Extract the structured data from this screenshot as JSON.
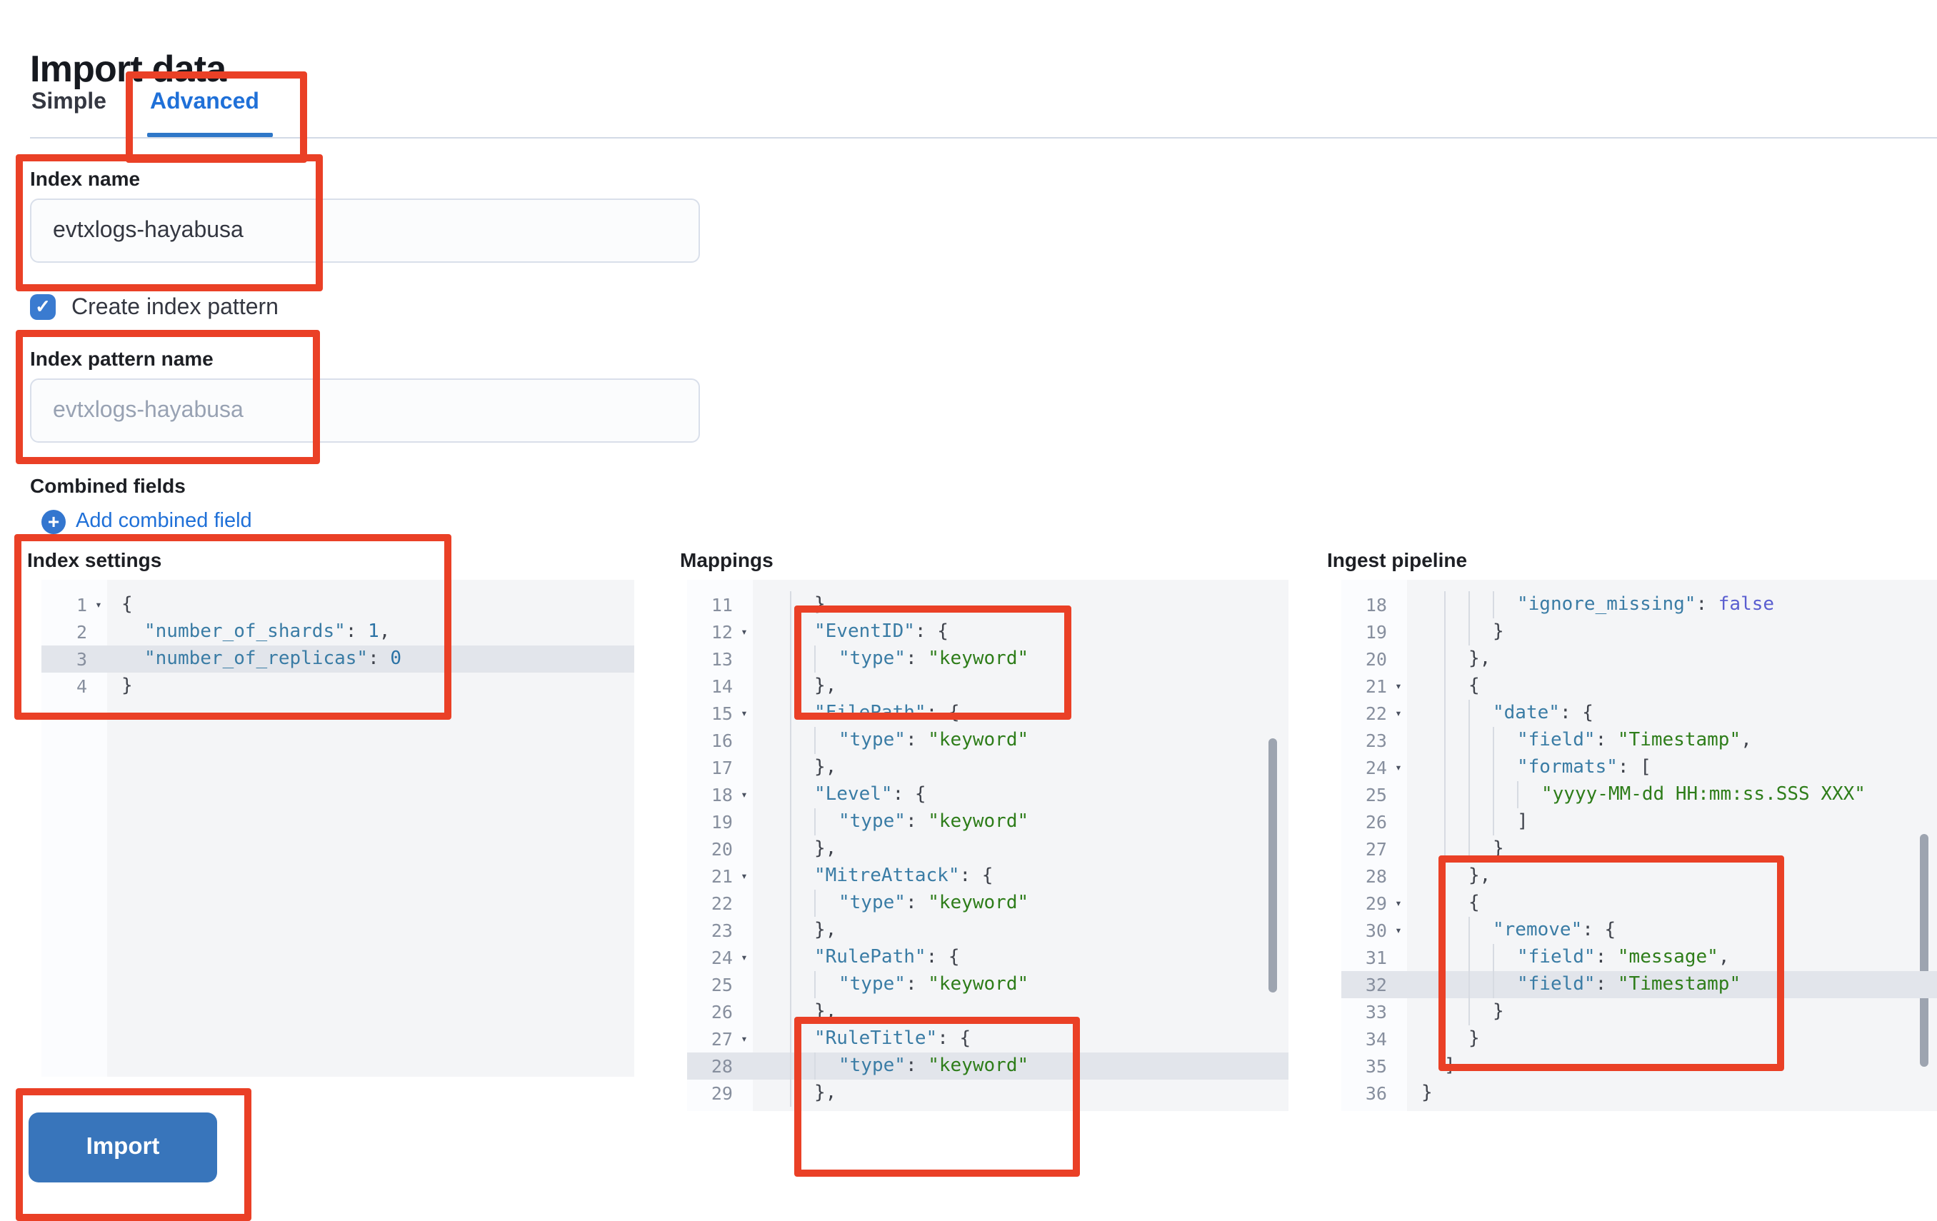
{
  "page": {
    "title": "Import data"
  },
  "tabs": [
    {
      "label": "Simple",
      "active": false
    },
    {
      "label": "Advanced",
      "active": true
    }
  ],
  "form": {
    "index_name": {
      "label": "Index name",
      "value": "evtxlogs-hayabusa"
    },
    "create_index_pattern": {
      "label": "Create index pattern",
      "checked": true
    },
    "index_pattern_name": {
      "label": "Index pattern name",
      "value": "",
      "placeholder": "evtxlogs-hayabusa"
    },
    "combined_fields_label": "Combined fields",
    "add_combined_field_label": "Add combined field"
  },
  "editors": [
    {
      "label": "Index settings",
      "lines": [
        {
          "n": 1,
          "d": 0,
          "fold": true,
          "t": [
            [
              "pun",
              "{"
            ]
          ]
        },
        {
          "n": 2,
          "d": 1,
          "t": [
            [
              "key",
              "\"number_of_shards\""
            ],
            [
              "pun",
              ": "
            ],
            [
              "num",
              "1"
            ],
            [
              "pun",
              ","
            ]
          ]
        },
        {
          "n": 3,
          "d": 1,
          "hl": true,
          "t": [
            [
              "key",
              "\"number_of_replicas\""
            ],
            [
              "pun",
              ": "
            ],
            [
              "num",
              "0"
            ]
          ]
        },
        {
          "n": 4,
          "d": 0,
          "t": [
            [
              "pun",
              "}"
            ]
          ]
        }
      ]
    },
    {
      "label": "Mappings",
      "lines": [
        {
          "n": 11,
          "d": 2,
          "t": [
            [
              "pun",
              "},"
            ]
          ]
        },
        {
          "n": 12,
          "d": 2,
          "fold": true,
          "t": [
            [
              "key",
              "\"EventID\""
            ],
            [
              "pun",
              ": {"
            ]
          ]
        },
        {
          "n": 13,
          "d": 3,
          "t": [
            [
              "key",
              "\"type\""
            ],
            [
              "pun",
              ": "
            ],
            [
              "str",
              "\"keyword\""
            ]
          ]
        },
        {
          "n": 14,
          "d": 2,
          "t": [
            [
              "pun",
              "},"
            ]
          ]
        },
        {
          "n": 15,
          "d": 2,
          "fold": true,
          "t": [
            [
              "key",
              "\"FilePath\""
            ],
            [
              "pun",
              ": {"
            ]
          ]
        },
        {
          "n": 16,
          "d": 3,
          "t": [
            [
              "key",
              "\"type\""
            ],
            [
              "pun",
              ": "
            ],
            [
              "str",
              "\"keyword\""
            ]
          ]
        },
        {
          "n": 17,
          "d": 2,
          "t": [
            [
              "pun",
              "},"
            ]
          ]
        },
        {
          "n": 18,
          "d": 2,
          "fold": true,
          "t": [
            [
              "key",
              "\"Level\""
            ],
            [
              "pun",
              ": {"
            ]
          ]
        },
        {
          "n": 19,
          "d": 3,
          "t": [
            [
              "key",
              "\"type\""
            ],
            [
              "pun",
              ": "
            ],
            [
              "str",
              "\"keyword\""
            ]
          ]
        },
        {
          "n": 20,
          "d": 2,
          "t": [
            [
              "pun",
              "},"
            ]
          ]
        },
        {
          "n": 21,
          "d": 2,
          "fold": true,
          "t": [
            [
              "key",
              "\"MitreAttack\""
            ],
            [
              "pun",
              ": {"
            ]
          ]
        },
        {
          "n": 22,
          "d": 3,
          "t": [
            [
              "key",
              "\"type\""
            ],
            [
              "pun",
              ": "
            ],
            [
              "str",
              "\"keyword\""
            ]
          ]
        },
        {
          "n": 23,
          "d": 2,
          "t": [
            [
              "pun",
              "},"
            ]
          ]
        },
        {
          "n": 24,
          "d": 2,
          "fold": true,
          "t": [
            [
              "key",
              "\"RulePath\""
            ],
            [
              "pun",
              ": {"
            ]
          ]
        },
        {
          "n": 25,
          "d": 3,
          "t": [
            [
              "key",
              "\"type\""
            ],
            [
              "pun",
              ": "
            ],
            [
              "str",
              "\"keyword\""
            ]
          ]
        },
        {
          "n": 26,
          "d": 2,
          "t": [
            [
              "pun",
              "},"
            ]
          ]
        },
        {
          "n": 27,
          "d": 2,
          "fold": true,
          "t": [
            [
              "key",
              "\"RuleTitle\""
            ],
            [
              "pun",
              ": {"
            ]
          ]
        },
        {
          "n": 28,
          "d": 3,
          "hl": true,
          "t": [
            [
              "key",
              "\"type\""
            ],
            [
              "pun",
              ": "
            ],
            [
              "str",
              "\"keyword\""
            ]
          ]
        },
        {
          "n": 29,
          "d": 2,
          "t": [
            [
              "pun",
              "},"
            ]
          ]
        }
      ]
    },
    {
      "label": "Ingest pipeline",
      "lines": [
        {
          "n": 18,
          "d": 4,
          "t": [
            [
              "key",
              "\"ignore_missing\""
            ],
            [
              "pun",
              ": "
            ],
            [
              "bool",
              "false"
            ]
          ]
        },
        {
          "n": 19,
          "d": 3,
          "t": [
            [
              "pun",
              "}"
            ]
          ]
        },
        {
          "n": 20,
          "d": 2,
          "t": [
            [
              "pun",
              "},"
            ]
          ]
        },
        {
          "n": 21,
          "d": 2,
          "fold": true,
          "t": [
            [
              "pun",
              "{"
            ]
          ]
        },
        {
          "n": 22,
          "d": 3,
          "fold": true,
          "t": [
            [
              "key",
              "\"date\""
            ],
            [
              "pun",
              ": {"
            ]
          ]
        },
        {
          "n": 23,
          "d": 4,
          "t": [
            [
              "key",
              "\"field\""
            ],
            [
              "pun",
              ": "
            ],
            [
              "str",
              "\"Timestamp\""
            ],
            [
              "pun",
              ","
            ]
          ]
        },
        {
          "n": 24,
          "d": 4,
          "fold": true,
          "t": [
            [
              "key",
              "\"formats\""
            ],
            [
              "pun",
              ": ["
            ]
          ]
        },
        {
          "n": 25,
          "d": 5,
          "t": [
            [
              "str",
              "\"yyyy-MM-dd HH:mm:ss.SSS XXX\""
            ]
          ]
        },
        {
          "n": 26,
          "d": 4,
          "t": [
            [
              "pun",
              "]"
            ]
          ]
        },
        {
          "n": 27,
          "d": 3,
          "t": [
            [
              "pun",
              "}"
            ]
          ]
        },
        {
          "n": 28,
          "d": 2,
          "t": [
            [
              "pun",
              "},"
            ]
          ]
        },
        {
          "n": 29,
          "d": 2,
          "fold": true,
          "t": [
            [
              "pun",
              "{"
            ]
          ]
        },
        {
          "n": 30,
          "d": 3,
          "fold": true,
          "t": [
            [
              "key",
              "\"remove\""
            ],
            [
              "pun",
              ": {"
            ]
          ]
        },
        {
          "n": 31,
          "d": 4,
          "t": [
            [
              "key",
              "\"field\""
            ],
            [
              "pun",
              ": "
            ],
            [
              "str",
              "\"message\""
            ],
            [
              "pun",
              ","
            ]
          ]
        },
        {
          "n": 32,
          "d": 4,
          "hl": true,
          "t": [
            [
              "key",
              "\"field\""
            ],
            [
              "pun",
              ": "
            ],
            [
              "str",
              "\"Timestamp\""
            ]
          ]
        },
        {
          "n": 33,
          "d": 3,
          "t": [
            [
              "pun",
              "}"
            ]
          ]
        },
        {
          "n": 34,
          "d": 2,
          "t": [
            [
              "pun",
              "}"
            ]
          ]
        },
        {
          "n": 35,
          "d": 1,
          "t": [
            [
              "pun",
              "]"
            ]
          ]
        },
        {
          "n": 36,
          "d": 0,
          "t": [
            [
              "pun",
              "}"
            ]
          ]
        }
      ]
    }
  ],
  "import_button": {
    "label": "Import"
  },
  "colors": {
    "accent_blue": "#1f70d8",
    "tab_underline_blue": "#2e77c8",
    "checkbox_blue": "#3a7bd0",
    "button_blue": "#3875bb",
    "annotation_red": "#ea4026",
    "token_key": "#3a7ca5",
    "token_string": "#2e7d1a",
    "token_number": "#2a72a5",
    "token_boolean": "#5a5ed0",
    "line_highlight": "#e2e5eb"
  }
}
